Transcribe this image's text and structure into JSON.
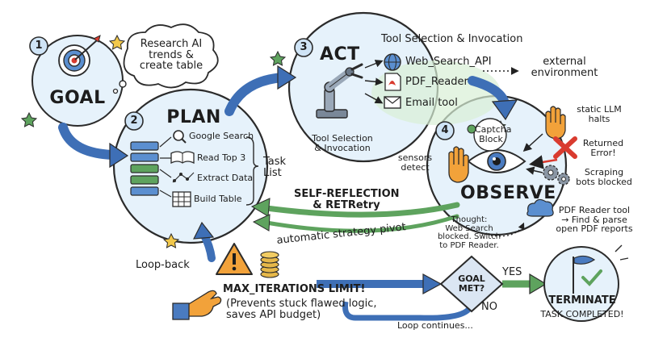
{
  "goal": {
    "num": "1",
    "title": "GOAL",
    "thought": [
      "Research AI",
      "trends &",
      "create table"
    ]
  },
  "plan": {
    "num": "2",
    "title": "PLAN",
    "steps": [
      "Google Search",
      "Read Top 3",
      "Extract Data",
      "Build Table"
    ],
    "side_label": [
      "Task",
      "List"
    ]
  },
  "act": {
    "num": "3",
    "title": "ACT",
    "header": "Tool Selection & Invocation",
    "tools": [
      "Web_Search_API",
      "PDF_Reader",
      "Email tool"
    ],
    "caption": [
      "Tool Selection",
      "& Invocation"
    ],
    "external": [
      "external",
      "environment"
    ]
  },
  "observe": {
    "num": "4",
    "title": "OBSERVE",
    "captcha": [
      "Captcha",
      "Block"
    ],
    "sensors": [
      "sensors",
      "detect"
    ],
    "notes": [
      {
        "text": [
          "static LLM",
          "halts"
        ],
        "icon": "hand-stop-icon"
      },
      {
        "text": [
          "Returned",
          "Error!"
        ],
        "icon": "red-x-icon"
      },
      {
        "text": [
          "Scraping",
          "bots blocked"
        ],
        "icon": "gears-icon"
      },
      {
        "text": [
          "PDF Reader tool",
          "→ Find & parse",
          "open PDF reports"
        ],
        "icon": "cloud-icon"
      }
    ],
    "thought": [
      "Thought:",
      "Web Search",
      "blocked. Switch",
      "to PDF Reader."
    ]
  },
  "reflection": {
    "title": [
      "SELF-REFLECTION",
      "& RETRetry"
    ],
    "pivot": "automatic strategy pivot"
  },
  "loopback": "Loop-back",
  "limit": {
    "title": "MAX_ITERATIONS LIMIT!",
    "desc": [
      "(Prevents stuck flawed logic,",
      "saves API budget)"
    ]
  },
  "decision": {
    "text": [
      "GOAL",
      "MET?"
    ],
    "yes": "YES",
    "no": "NO",
    "loop": "Loop continues..."
  },
  "terminate": {
    "title": "TERMINATE",
    "subtitle": "TASK COMPLETED!"
  },
  "colors": {
    "circle": "#e6f2fb",
    "stroke": "#2b2b2b",
    "arrow": "#3e6fb6",
    "green": "#5ea35e",
    "red": "#d93b2f",
    "orange": "#f2a23a",
    "blueflag": "#4a7bc0"
  }
}
